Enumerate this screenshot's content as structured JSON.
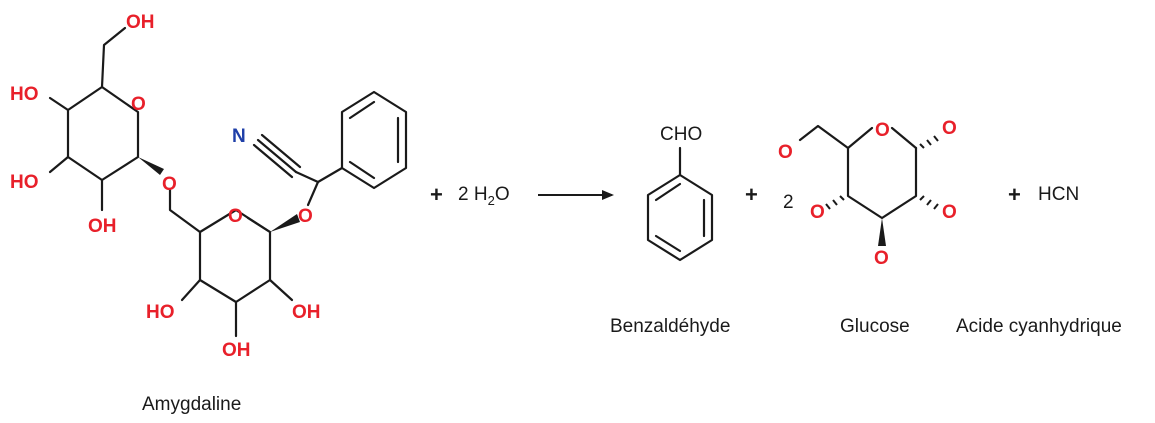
{
  "reaction": {
    "amygdaline": {
      "name": "Amygdaline",
      "oh_top": "OH",
      "ho_left1": "HO",
      "ring_o1": "O",
      "ho_left2": "HO",
      "oh_bottom1": "OH",
      "link_o": "O",
      "nitrogen": "N",
      "glyco_o": "O",
      "ring_o2": "O",
      "ho_left3": "HO",
      "oh_right": "OH",
      "oh_bottom2": "OH"
    },
    "plus1": "+",
    "water_coef": "2 H",
    "water_sub": "2",
    "water_o": "O",
    "plus2": "+",
    "glucose_coef": "2",
    "plus3": "+",
    "products": {
      "benzaldehyde": {
        "name": "Benzaldéhyde",
        "group": "CHO"
      },
      "glucose": {
        "name": "Glucose",
        "o_labels": [
          "O",
          "O",
          "O",
          "O",
          "O",
          "O"
        ]
      },
      "hcn": {
        "name": "Acide cyanhydrique",
        "formula": "HCN"
      }
    },
    "colors": {
      "oxygen": "#e8202a",
      "nitrogen": "#1f3fa8",
      "bond": "#1a1a1a"
    }
  }
}
